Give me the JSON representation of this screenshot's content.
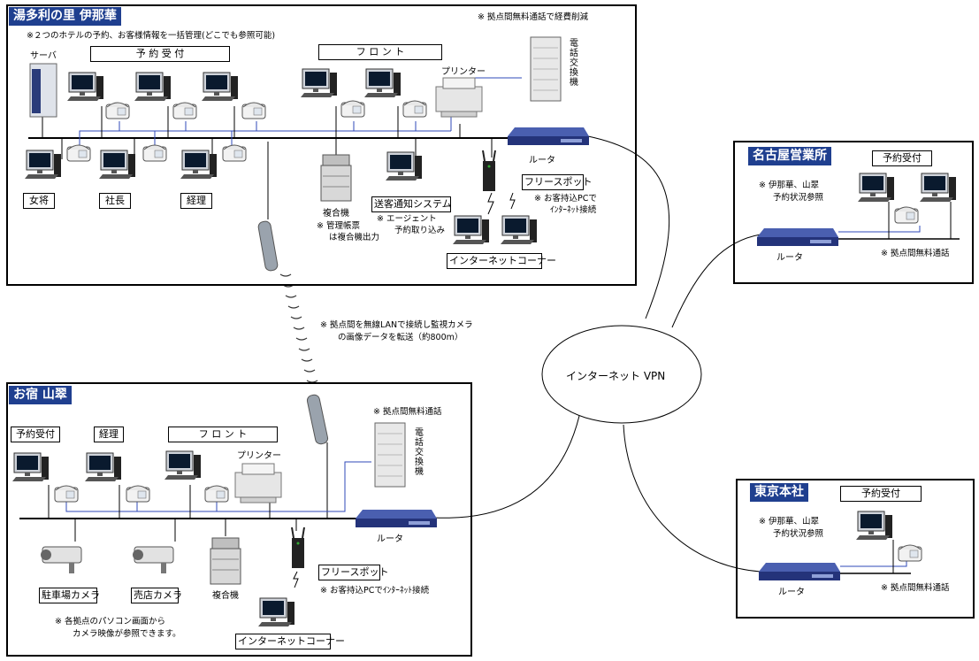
{
  "sites": {
    "izuna": {
      "title": "湯多利の里 伊那華",
      "note_top": "※２つのホテルの予約、お客様情報を一括管理(どこでも参照可能)",
      "note_tr": "※ 拠点間無料通話で経費削減",
      "server_label": "サーバ",
      "reservation_box": "予 約 受 付",
      "front_box": "フ ロ ン ト",
      "printer_label": "プリンター",
      "pbx_label": "電話交換機",
      "router_label": "ルータ",
      "landlady_box": "女将",
      "president_box": "社長",
      "accounting_box": "経理",
      "mfp_label": "複合機",
      "mfp_note": [
        "※ 管理帳票",
        "は複合機出力"
      ],
      "transfer_box": "送客通知システム",
      "agent_note": [
        "※ エージェント",
        "予約取り込み"
      ],
      "freespot_box": "フリースポット",
      "freespot_note": [
        "※ お客持込PCで",
        "ｲﾝﾀｰﾈｯﾄ接続"
      ],
      "internet_corner_box": "インターネットコーナー"
    },
    "sansui": {
      "title": "お宿 山翠",
      "note_tr": "※ 拠点間無料通話",
      "reservation_box": "予約受付",
      "accounting_box": "経理",
      "front_box": "フ ロ ン ト",
      "printer_label": "プリンター",
      "pbx_label": "電話交換機",
      "router_label": "ルータ",
      "parking_cam_box": "駐車場カメラ",
      "shop_cam_box": "売店カメラ",
      "mfp_label": "複合機",
      "freespot_box": "フリースポット",
      "freespot_note": "※ お客持込PCでｲﾝﾀｰﾈｯﾄ接続",
      "camera_note": [
        "※ 各拠点のパソコン画面から",
        "カメラ映像が参照できます。"
      ],
      "internet_corner_box": "インターネットコーナー"
    },
    "nagoya": {
      "title": "名古屋営業所",
      "reservation_box": "予約受付",
      "note": [
        "※ 伊那華、山翠",
        "予約状況参照"
      ],
      "router_label": "ルータ",
      "call_note": "※ 拠点間無料通話"
    },
    "tokyo": {
      "title": "東京本社",
      "reservation_box": "予約受付",
      "note": [
        "※ 伊那華、山翠",
        "予約状況参照"
      ],
      "router_label": "ルータ",
      "call_note": "※ 拠点間無料通話"
    }
  },
  "wireless_note": [
    "※ 拠点間を無線LANで接続し監視カメラ",
    "の画像データを転送（約800m）"
  ],
  "vpn_label": "インターネット VPN",
  "colors": {
    "title_bg": "#1f3f8f",
    "router": "#2c3f8c",
    "lan_line": "#000000",
    "phone_line": "#2f49b8"
  },
  "icons": [
    "server-icon",
    "pc-icon",
    "phone-icon",
    "printer-icon",
    "pbx-icon",
    "router-icon",
    "wifi-ap-icon",
    "mfp-icon",
    "security-camera-icon",
    "wireless-antenna-icon",
    "cloud-icon"
  ]
}
